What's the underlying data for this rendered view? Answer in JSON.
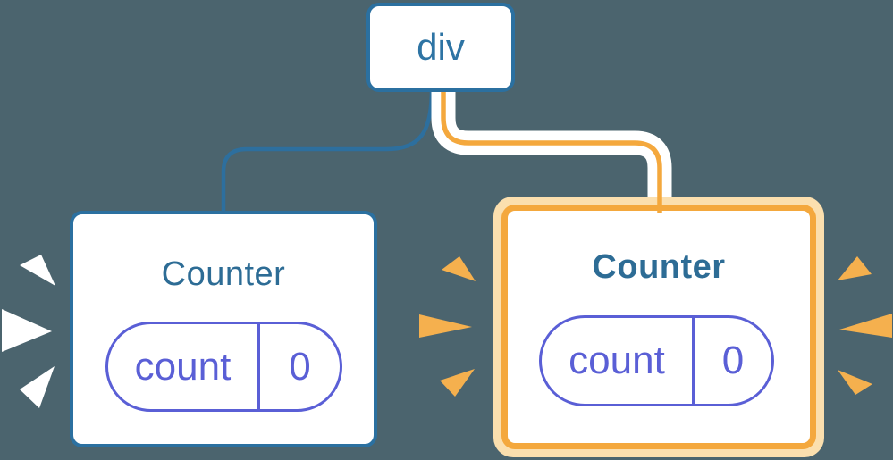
{
  "diagram": {
    "root_node": {
      "label": "div"
    },
    "left_counter": {
      "title": "Counter",
      "state_key": "count",
      "state_value": "0",
      "highlighted": false
    },
    "right_counter": {
      "title": "Counter",
      "state_key": "count",
      "state_value": "0",
      "highlighted": true
    }
  },
  "colors": {
    "background": "#4B646E",
    "node_border_blue": "#2B70A0",
    "node_text_blue": "#2E74A4",
    "counter_title_blue": "#2D6C95",
    "edge_blue": "#2D6F9E",
    "state_pill_purple": "#5A5FD6",
    "highlight_orange": "#F4A83D",
    "highlight_ring_cream": "#FBDFAE",
    "spark_orange": "#F5B04E",
    "spark_white": "#FFFFFF",
    "node_fill": "#FFFFFF"
  }
}
